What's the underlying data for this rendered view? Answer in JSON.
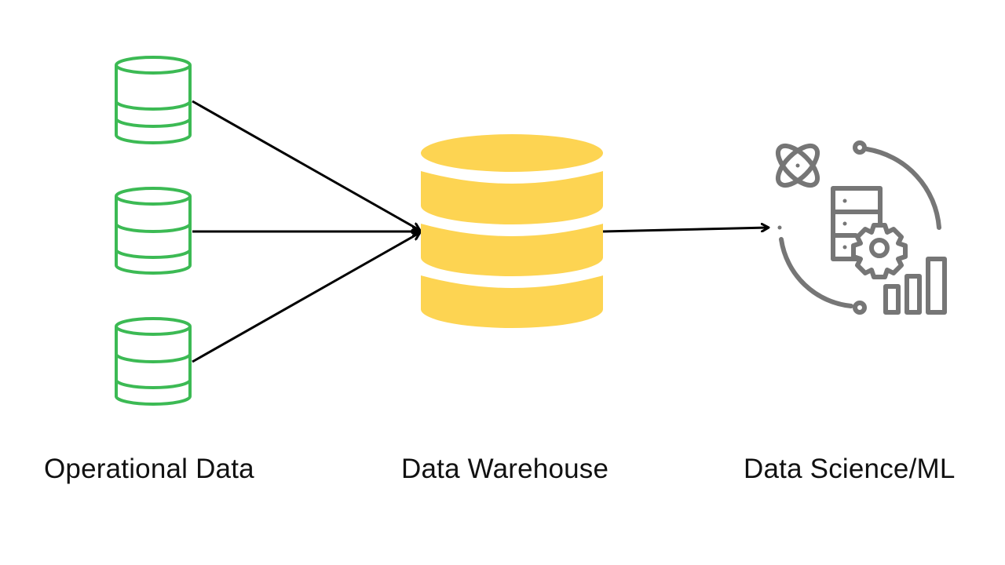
{
  "diagram": {
    "title": "Data pipeline: Operational Data to Data Warehouse to Data Science/ML",
    "colors": {
      "source_db": "#3cba54",
      "warehouse_db": "#fdd452",
      "ml_icon": "#767676",
      "arrow": "#000000",
      "text": "#111111",
      "background": "#ffffff"
    },
    "nodes": [
      {
        "id": "operational",
        "label": "Operational Data",
        "icon": "database-outline-icon",
        "count": 3
      },
      {
        "id": "warehouse",
        "label": "Data Warehouse",
        "icon": "database-filled-icon"
      },
      {
        "id": "ml",
        "label": "Data Science/ML",
        "icon": "data-science-icon"
      }
    ],
    "edges": [
      {
        "from": "operational.1",
        "to": "warehouse"
      },
      {
        "from": "operational.2",
        "to": "warehouse"
      },
      {
        "from": "operational.3",
        "to": "warehouse"
      },
      {
        "from": "warehouse",
        "to": "ml"
      }
    ]
  }
}
